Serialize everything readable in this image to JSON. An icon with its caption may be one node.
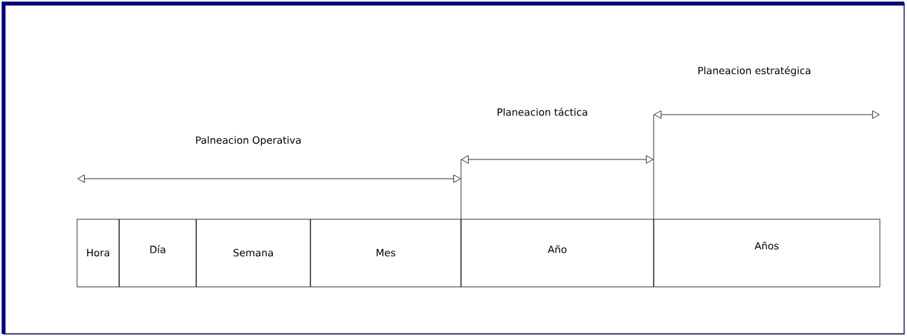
{
  "diagram": {
    "nodes": [
      {
        "text": [
          "Hora"
        ]
      },
      {
        "text": [
          "Día"
        ]
      },
      {
        "text": [
          "Semana"
        ]
      },
      {
        "text": [
          "Mes"
        ]
      },
      {
        "text": [
          "Año"
        ]
      },
      {
        "text": [
          "Años"
        ]
      }
    ],
    "labels": [
      "Planeacion estratégica",
      "Planeacion táctica",
      "Palneacion Operativa"
    ]
  }
}
